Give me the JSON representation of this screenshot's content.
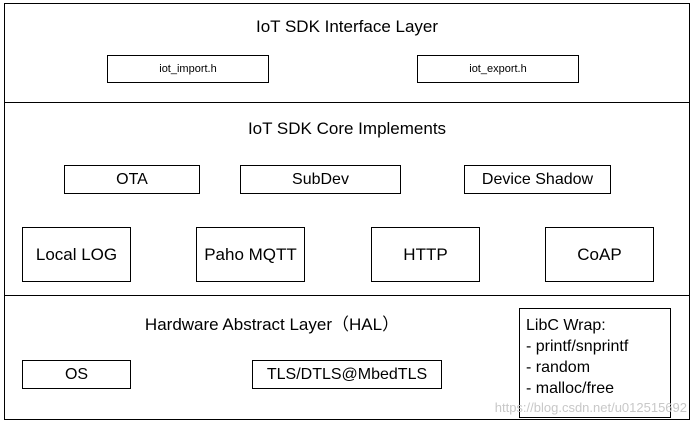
{
  "interface_layer": {
    "title": "IoT SDK Interface Layer",
    "boxes": [
      "iot_import.h",
      "iot_export.h"
    ]
  },
  "core_layer": {
    "title": "IoT SDK Core Implements",
    "row1": [
      "OTA",
      "SubDev",
      "Device Shadow"
    ],
    "row2": [
      "Local LOG",
      "Paho MQTT",
      "HTTP",
      "CoAP"
    ]
  },
  "hal_layer": {
    "title": "Hardware Abstract Layer（HAL）",
    "boxes": [
      "OS",
      "TLS/DTLS@MbedTLS"
    ],
    "libc": {
      "title": "LibC Wrap:",
      "items": [
        "- printf/snprintf",
        "- random",
        "- malloc/free"
      ]
    }
  },
  "watermark": "https://blog.csdn.net/u012515692"
}
